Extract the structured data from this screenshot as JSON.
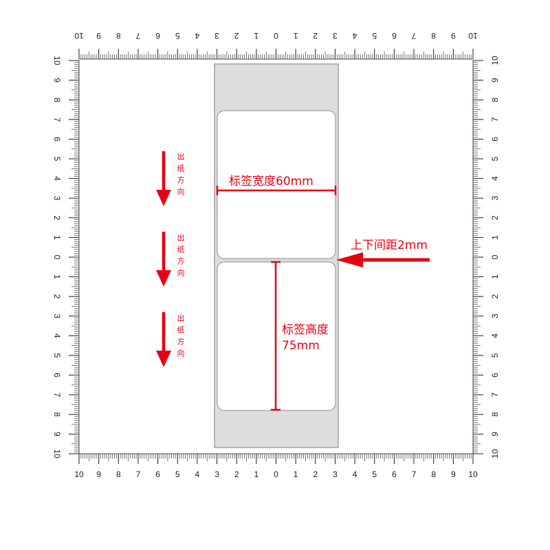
{
  "colors": {
    "accent": "#e60012",
    "liner": "#dcdddd",
    "label": "#ffffff",
    "ruler": "#231815"
  },
  "ruler": {
    "labels": [
      "10",
      "9",
      "8",
      "7",
      "6",
      "5",
      "4",
      "3",
      "2",
      "1",
      "0",
      "1",
      "2",
      "3",
      "4",
      "5",
      "6",
      "7",
      "8",
      "9",
      "10"
    ]
  },
  "annotations": {
    "width_label": "标签宽度60mm",
    "height_label": [
      "标签高度",
      "75mm"
    ],
    "gap_label": "上下间距2mm",
    "feed_direction": "出纸方向"
  },
  "icons": {
    "feed_arrow": "arrow-down-icon",
    "gap_arrow": "arrow-left-icon"
  }
}
